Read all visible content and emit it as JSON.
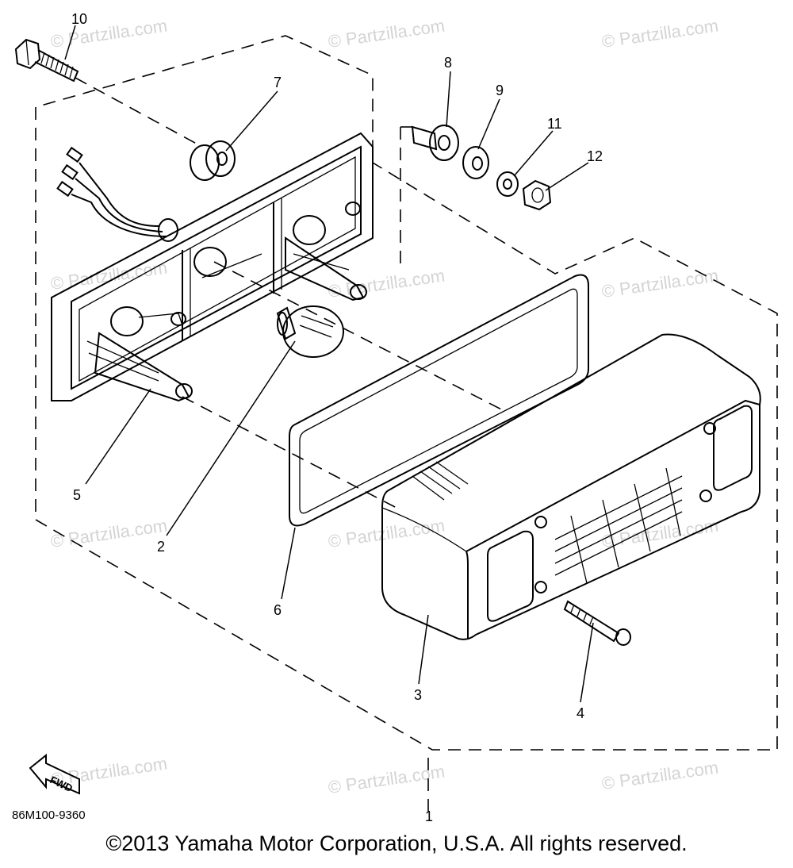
{
  "watermark": "© Partzilla.com",
  "callouts": {
    "c1": "1",
    "c2": "2",
    "c3": "3",
    "c4": "4",
    "c5": "5",
    "c6": "6",
    "c7": "7",
    "c8": "8",
    "c9": "9",
    "c10": "10",
    "c11": "11",
    "c12": "12"
  },
  "direction_marker": "FWD",
  "diagram_code": "86M100-9360",
  "copyright": "©2013 Yamaha Motor Corporation, U.S.A. All rights reserved."
}
